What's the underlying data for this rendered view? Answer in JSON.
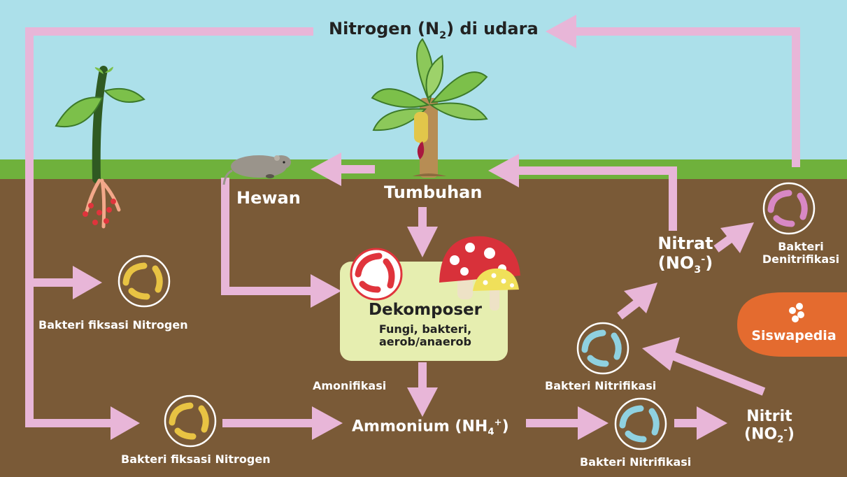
{
  "labels": {
    "title": "Nitrogen (N",
    "title_sub": "2",
    "title_end": ") di udara",
    "hewan": "Hewan",
    "tumbuhan": "Tumbuhan",
    "nitrat": "Nitrat",
    "nitrat_formula": "(NO",
    "nitrat_sub": "3",
    "nitrat_sup": "-",
    "nitrat_end": ")",
    "bakteri_denitrifikasi_1": "Bakteri",
    "bakteri_denitrifikasi_2": "Denitrifikasi",
    "bakteri_fiksasi_nitrogen_top": "Bakteri fiksasi Nitrogen",
    "bakteri_fiksasi_nitrogen_bottom": "Bakteri fiksasi Nitrogen",
    "amonifikasi": "Amonifikasi",
    "ammonium": "Ammonium (NH",
    "ammonium_sub": "4",
    "ammonium_sup": "+",
    "ammonium_end": ")",
    "bakteri_nitrifikasi_top": "Bakteri Nitrifikasi",
    "bakteri_nitrifikasi_bottom": "Bakteri Nitrifikasi",
    "nitrit": "Nitrit",
    "nitrit_formula": "(NO",
    "nitrit_sub": "2",
    "nitrit_sup": "-",
    "nitrit_end": ")",
    "dekomposer": "Dekomposer",
    "dekomposer_desc_1": "Fungi, bakteri,",
    "dekomposer_desc_2": "aerob/anaerob",
    "brand": "Siswapedia"
  },
  "colors": {
    "sky": "#ace0ea",
    "grass": "#6fb13c",
    "soil": "#7a5a37",
    "arrow": "#e8b6d8",
    "decomposer_box": "#e6eeb0",
    "bacteria_yellow": "#e8c343",
    "bacteria_blue": "#8fd1e0",
    "bacteria_pink": "#d888c4",
    "bacteria_red": "#e0343c",
    "brand": "#e46b2f"
  }
}
